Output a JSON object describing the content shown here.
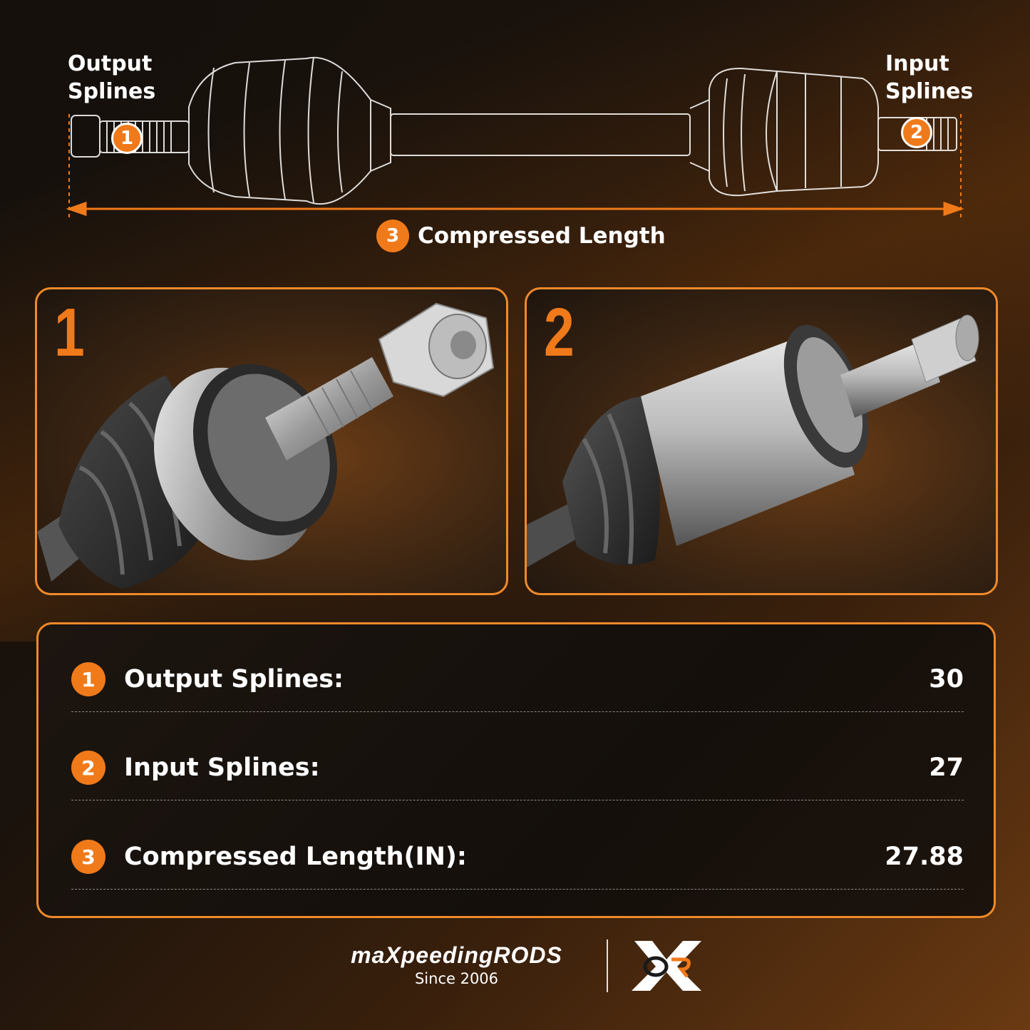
{
  "schematic": {
    "output_label_line1": "Output",
    "output_label_line2": "Splines",
    "input_label_line1": "Input",
    "input_label_line2": "Splines",
    "marker_1": "1",
    "marker_2": "2",
    "marker_3": "3",
    "length_label": "Compressed Length"
  },
  "panels": [
    {
      "number": "1"
    },
    {
      "number": "2"
    }
  ],
  "specs": [
    {
      "marker": "1",
      "label": "Output Splines:",
      "value": "30"
    },
    {
      "marker": "2",
      "label": "Input Splines:",
      "value": "27"
    },
    {
      "marker": "3",
      "label": "Compressed Length(IN):",
      "value": "27.88"
    }
  ],
  "brand": {
    "name": "maXpeedingRODS",
    "tagline": "Since 2006"
  },
  "colors": {
    "accent": "#f07a1a",
    "background": "#15100c",
    "text": "#ffffff"
  }
}
